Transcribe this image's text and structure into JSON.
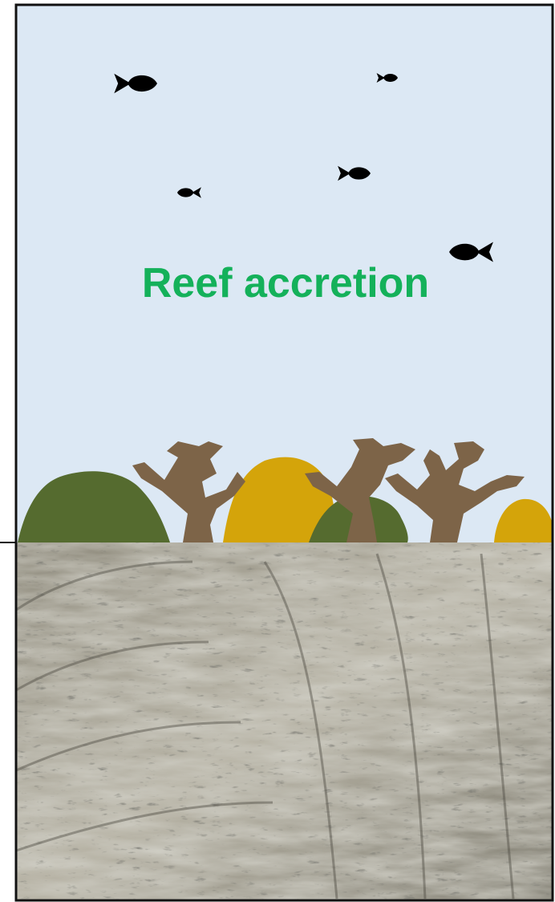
{
  "title": "Reef accretion",
  "colors": {
    "water": "#dce8f4",
    "frame": "#111111",
    "title": "#14b15a",
    "fish": "#000000",
    "massive_coral_green": "#556b2f",
    "massive_coral_yellow": "#d4a40a",
    "branching_coral": "#7d6448",
    "reef_rock": "#9c9a8d"
  },
  "elements": {
    "fish": [
      "fish-icon",
      "fish-icon",
      "fish-icon",
      "fish-icon",
      "fish-icon"
    ],
    "corals": [
      "massive-coral",
      "branching-coral",
      "massive-coral",
      "branching-coral",
      "massive-coral",
      "branching-coral",
      "massive-coral"
    ],
    "substrate": "coral-skeleton-rock"
  }
}
